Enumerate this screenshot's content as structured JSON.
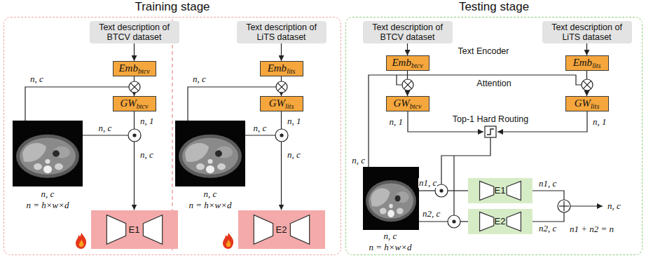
{
  "diagram": {
    "nodes": [
      {
        "text": [
          "Training stage"
        ]
      },
      {
        "text": [
          "Text description of BTCV dataset"
        ],
        "in": 0
      },
      {
        "text": [
          "Emb",
          "btcv"
        ],
        "in": 0
      },
      {
        "text": [
          "GW",
          "btcv"
        ],
        "in": 0
      },
      {
        "text": [
          "E1"
        ],
        "in": 0
      },
      {
        "text": [
          "Text description of LiTS dataset"
        ],
        "in": 0
      },
      {
        "text": [
          "Emb",
          "lits"
        ],
        "in": 0
      },
      {
        "text": [
          "GW",
          "lits"
        ],
        "in": 0
      },
      {
        "text": [
          "E2"
        ],
        "in": 0
      },
      {
        "text": [
          "Testing stage"
        ]
      },
      {
        "text": [
          "Text description of BTCV dataset"
        ],
        "in": 9
      },
      {
        "text": [
          "Text description of LiTS dataset"
        ],
        "in": 9
      },
      {
        "text": [
          "Emb",
          "btcv"
        ],
        "in": 9
      },
      {
        "text": [
          "Emb",
          "lits"
        ],
        "in": 9
      },
      {
        "text": [
          "GW",
          "btcv"
        ],
        "in": 9
      },
      {
        "text": [
          "GW",
          "lits"
        ],
        "in": 9
      },
      {
        "text": [
          "E1"
        ],
        "in": 9
      },
      {
        "text": [
          "E2"
        ],
        "in": 9
      }
    ],
    "edges": [
      {
        "from": 1,
        "to": 2,
        "arrow": "to"
      },
      {
        "from": 2,
        "to": 3,
        "arrow": "to"
      },
      {
        "from": 3,
        "to": 4,
        "arrow": "to"
      },
      {
        "from": 5,
        "to": 6,
        "arrow": "to"
      },
      {
        "from": 6,
        "to": 7,
        "arrow": "to"
      },
      {
        "from": 7,
        "to": 8,
        "arrow": "to"
      },
      {
        "from": 10,
        "to": 12,
        "arrow": "to"
      },
      {
        "from": 11,
        "to": 13,
        "arrow": "to"
      },
      {
        "from": 12,
        "to": 14,
        "arrow": "to"
      },
      {
        "from": 13,
        "to": 15,
        "arrow": "to"
      }
    ],
    "labels": [
      "n, c",
      "n, c",
      "n, 1",
      "n, c",
      "n, c",
      "n = h×w×d",
      "n, c",
      "n, c",
      "n, 1",
      "n, c",
      "n, c",
      "n = h×w×d",
      "Text Encoder",
      "Attention",
      "Top-1 Hard Routing",
      "n, c",
      "n, 1",
      "n, 1",
      "n1, c",
      "n2, c",
      "n1, c",
      "n2, c",
      "n, c",
      "n1 + n2 = n",
      "n, c",
      "n = h×w×d"
    ]
  }
}
